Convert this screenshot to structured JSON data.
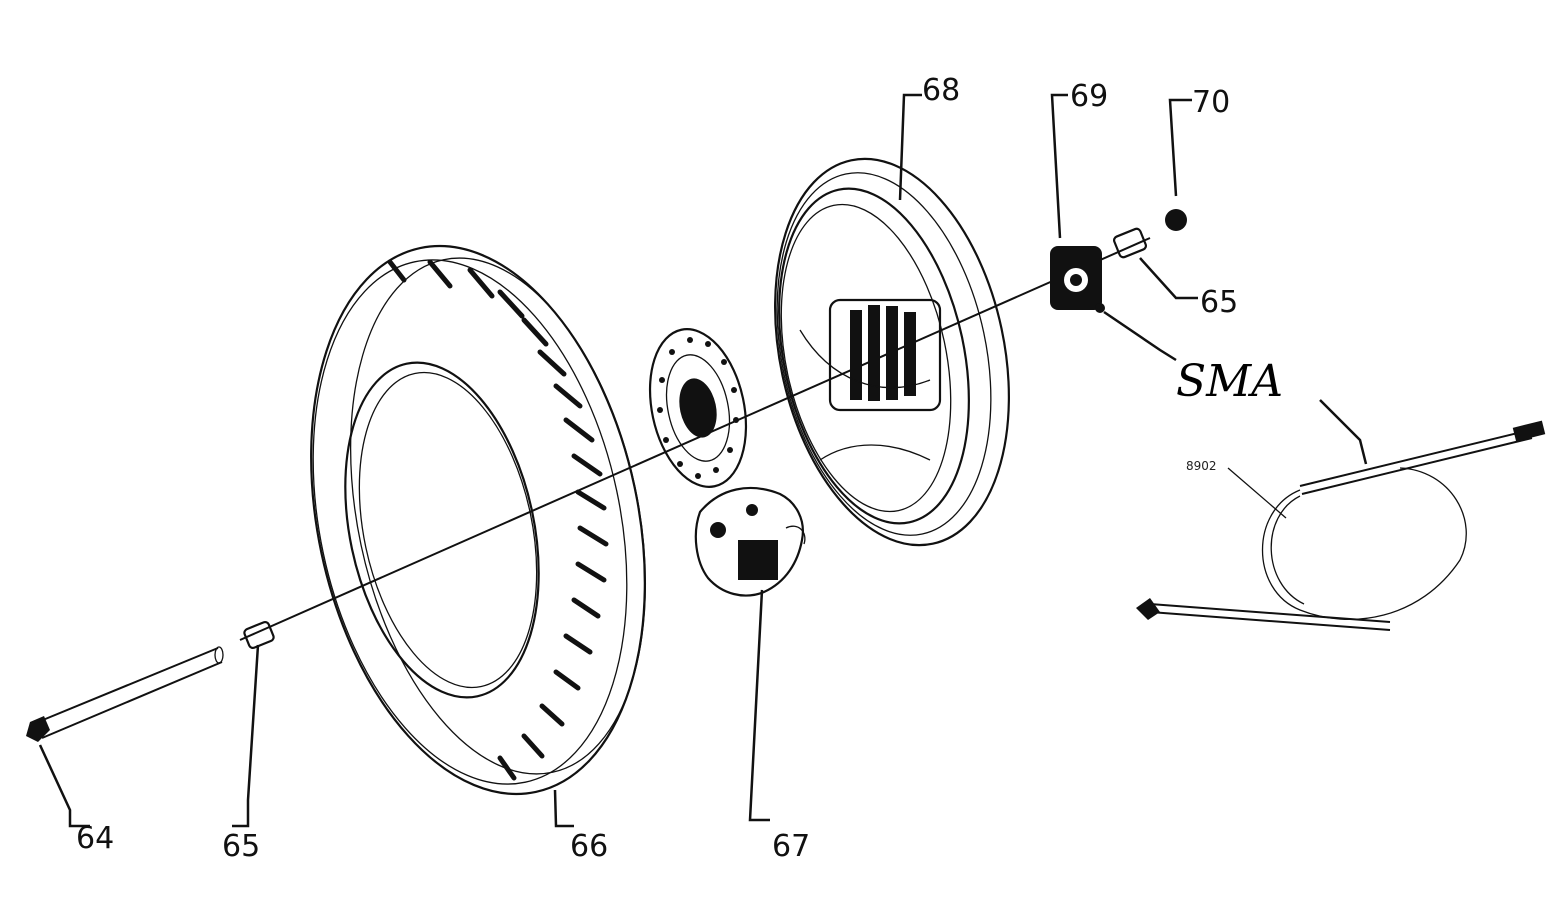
{
  "labels": {
    "axle": "64",
    "spacer_left": "65",
    "tire": "66",
    "brake_caliper": "67",
    "wheel_rim": "68",
    "hub_bearing": "69",
    "nut": "70",
    "spacer_right": "65",
    "cable_tag": "8902",
    "handwritten_note": "SMA"
  }
}
